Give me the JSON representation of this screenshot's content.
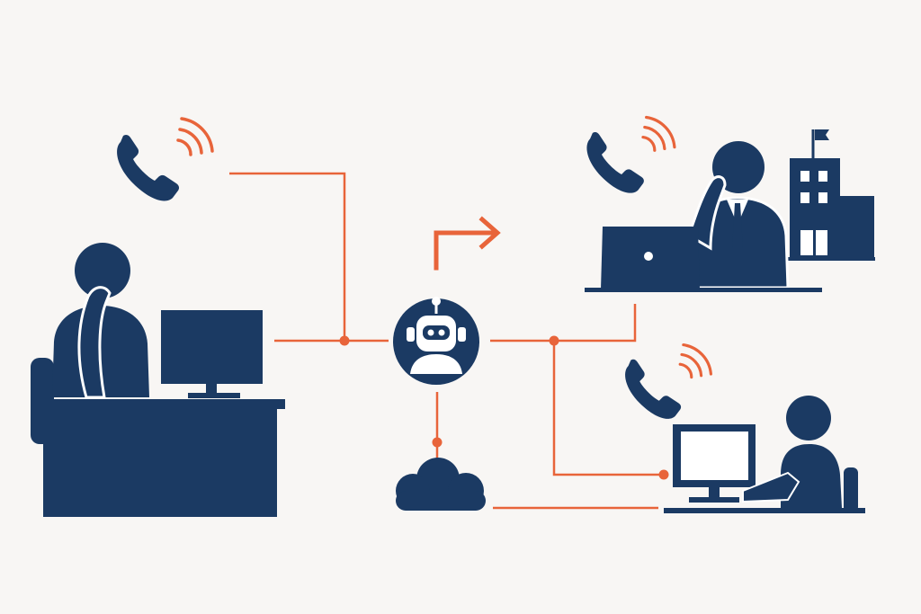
{
  "colors": {
    "background": "#f8f6f4",
    "navy": "#1b3a63",
    "accent": "#e8643a",
    "white": "#ffffff"
  },
  "nodes": [
    {
      "id": "caller-at-desk",
      "icon": "person-on-phone-at-desk-icon"
    },
    {
      "id": "ai-router",
      "icon": "robot-icon"
    },
    {
      "id": "office-agent",
      "icon": "businessman-with-laptop-and-building-icon"
    },
    {
      "id": "remote-agent",
      "icon": "person-at-computer-icon"
    },
    {
      "id": "cloud",
      "icon": "cloud-icon"
    }
  ],
  "decorations": [
    {
      "id": "phone-left",
      "icon": "ringing-phone-icon"
    },
    {
      "id": "phone-office",
      "icon": "ringing-phone-icon"
    },
    {
      "id": "phone-remote",
      "icon": "ringing-phone-icon"
    },
    {
      "id": "forward-arrow",
      "icon": "redirect-arrow-icon"
    }
  ],
  "connections": [
    {
      "from": "phone-left",
      "to": "ai-router"
    },
    {
      "from": "caller-at-desk",
      "to": "ai-router"
    },
    {
      "from": "ai-router",
      "to": "office-agent"
    },
    {
      "from": "ai-router",
      "to": "remote-agent"
    },
    {
      "from": "ai-router",
      "to": "cloud"
    },
    {
      "from": "cloud",
      "to": "remote-agent"
    }
  ]
}
